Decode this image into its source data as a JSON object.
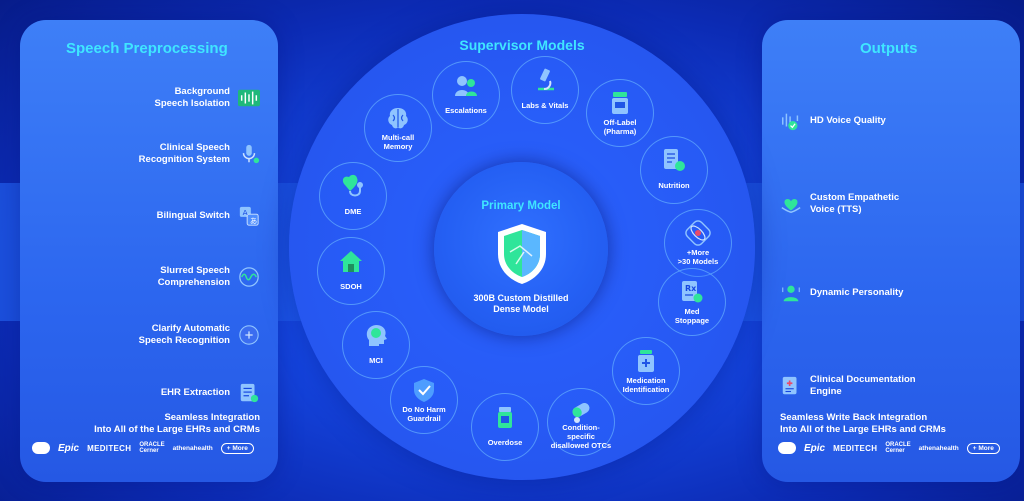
{
  "speech_preprocessing": {
    "title": "Speech Preprocessing",
    "items": [
      {
        "label1": "Background",
        "label2": "Speech Isolation",
        "icon": "waveform-icon"
      },
      {
        "label1": "Clinical Speech",
        "label2": "Recognition System",
        "icon": "microphone-icon"
      },
      {
        "label1": "Bilingual Switch",
        "label2": "",
        "icon": "translate-icon"
      },
      {
        "label1": "Slurred Speech",
        "label2": "Comprehension",
        "icon": "speech-wave-icon"
      },
      {
        "label1": "Clarify Automatic",
        "label2": "Speech Recognition",
        "icon": "asr-icon"
      },
      {
        "label1": "EHR Extraction",
        "label2": "",
        "icon": "ehr-doc-icon"
      }
    ],
    "integration1": "Seamless Integration",
    "integration2": "Into All of the Large EHRs and CRMs"
  },
  "outputs": {
    "title": "Outputs",
    "items": [
      {
        "label1": "HD Voice Quality",
        "label2": "",
        "icon": "hd-voice-icon"
      },
      {
        "label1": "Custom  Empathetic",
        "label2": "Voice (TTS)",
        "icon": "empathy-icon"
      },
      {
        "label1": "Dynamic Personality",
        "label2": "",
        "icon": "personality-icon"
      },
      {
        "label1": "Clinical Documentation",
        "label2": "Engine",
        "icon": "clinical-doc-icon"
      }
    ],
    "integration1": "Seamless Write Back Integration",
    "integration2": "Into All of the Large EHRs and CRMs"
  },
  "logos": {
    "epic": "Epic",
    "meditech": "MEDITECH",
    "oracle1": "ORACLE",
    "oracle2": "Cerner",
    "athena": "athenahealth",
    "more": "+ More"
  },
  "supervisor": {
    "title": "Supervisor Models",
    "nodes": [
      {
        "l1": "Escalations",
        "l2": "",
        "l3": "",
        "icon": "escalation-icon"
      },
      {
        "l1": "Labs & Vitals",
        "l2": "",
        "l3": "",
        "icon": "microscope-icon"
      },
      {
        "l1": "Off-Label",
        "l2": "(Pharma)",
        "l3": "",
        "icon": "pill-bottle-icon"
      },
      {
        "l1": "Nutrition",
        "l2": "",
        "l3": "",
        "icon": "nutrition-icon"
      },
      {
        "l1": "+More",
        "l2": ">30 Models",
        "l3": "",
        "icon": "atom-icon"
      },
      {
        "l1": "Med",
        "l2": "Stoppage",
        "l3": "",
        "icon": "prescription-icon"
      },
      {
        "l1": "Medication",
        "l2": "Identification",
        "l3": "",
        "icon": "medication-id-icon"
      },
      {
        "l1": "Condition-",
        "l2": "specific",
        "l3": "disallowed OTCs",
        "icon": "otc-icon"
      },
      {
        "l1": "Overdose",
        "l2": "",
        "l3": "",
        "icon": "overdose-icon"
      },
      {
        "l1": "Do No Harm",
        "l2": "Guardrail",
        "l3": "",
        "icon": "guardrail-shield-icon"
      },
      {
        "l1": "MCI",
        "l2": "",
        "l3": "",
        "icon": "head-brain-icon"
      },
      {
        "l1": "SDOH",
        "l2": "",
        "l3": "",
        "icon": "home-icon"
      },
      {
        "l1": "DME",
        "l2": "",
        "l3": "",
        "icon": "stethoscope-icon"
      },
      {
        "l1": "Multi-call",
        "l2": "Memory",
        "l3": "",
        "icon": "brain-icon"
      }
    ]
  },
  "primary": {
    "title": "Primary Model",
    "sub1": "300B Custom Distilled",
    "sub2": "Dense Model",
    "icon": "shield-model-icon"
  },
  "colors": {
    "accent_cyan": "#3fe6ff",
    "icon_green": "#2fe59a",
    "background": "#1546e0"
  }
}
